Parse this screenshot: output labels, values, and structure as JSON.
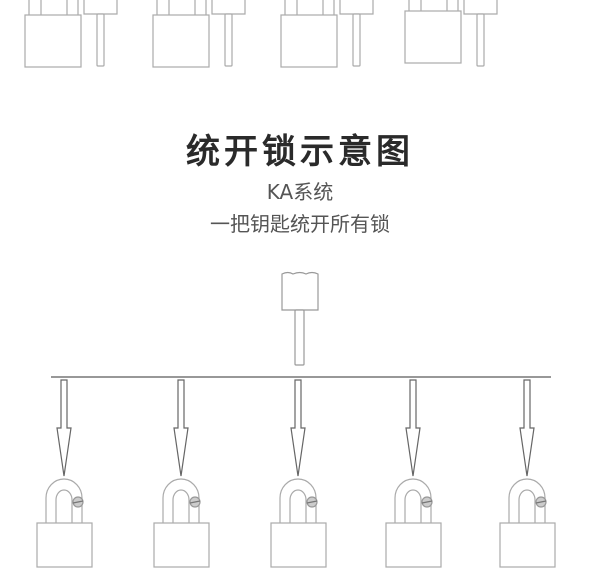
{
  "title": "统开锁示意图",
  "subtitle_system": "KA系统",
  "subtitle_desc": "一把钥匙统开所有锁",
  "top_lock_count": 4,
  "keyed_lock_count": 5,
  "line_color": "#888888"
}
